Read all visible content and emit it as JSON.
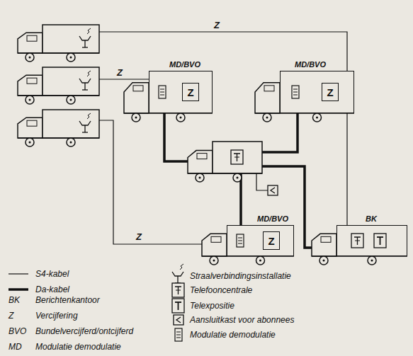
{
  "diagram": {
    "nodes": [
      {
        "text": [
          "MD/BVO"
        ]
      },
      {
        "text": [
          "Z"
        ],
        "in": 0
      },
      {
        "text": [
          "MD/BVO"
        ]
      },
      {
        "text": [
          "Z"
        ],
        "in": 2
      },
      {
        "text": [
          "MD/BVO"
        ]
      },
      {
        "text": [
          "Z"
        ],
        "in": 4
      },
      {
        "text": [
          "BK"
        ]
      }
    ],
    "edges": [
      {
        "from": 2,
        "to": 6,
        "arrow": "none"
      }
    ],
    "labels": [
      "Z",
      "Z",
      "Z",
      "BK",
      "Z",
      "BVO",
      "MD"
    ],
    "legend": [
      {
        "text": "S4-kabel"
      },
      {
        "text": "Da-kabel"
      },
      {
        "text": "Berichtenkantoor"
      },
      {
        "text": "Vercijfering"
      },
      {
        "text": "Bundelvercijferd/ontcijferd"
      },
      {
        "text": "Modulatie demodulatie"
      },
      {
        "text": "Straalverbindingsinstallatie"
      },
      {
        "text": "Telefooncentrale"
      },
      {
        "text": "Telexpositie"
      },
      {
        "text": "Aansluitkast voor abonnees"
      },
      {
        "text": "Modulatie demodulatie"
      }
    ]
  }
}
